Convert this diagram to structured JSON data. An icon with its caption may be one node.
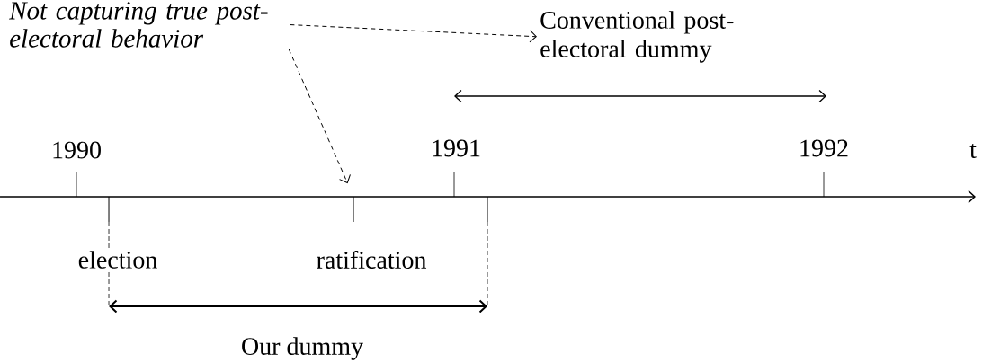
{
  "diagram": {
    "nodes": [
      {
        "text": [
          "Not capturing true post-electoral behavior"
        ]
      },
      {
        "text": [
          "Conventional post-electoral dummy"
        ]
      },
      {
        "text": [],
        "shape": "tick"
      }
    ],
    "edges": [
      {
        "from": 0,
        "to": 1,
        "arrow": "to",
        "style": "dashed"
      },
      {
        "from": 0,
        "to": 2,
        "arrow": "to",
        "style": "dashed"
      }
    ],
    "labels": [
      "1990",
      "1991",
      "1992",
      "t",
      "election",
      "ratification",
      "Our dummy"
    ]
  }
}
